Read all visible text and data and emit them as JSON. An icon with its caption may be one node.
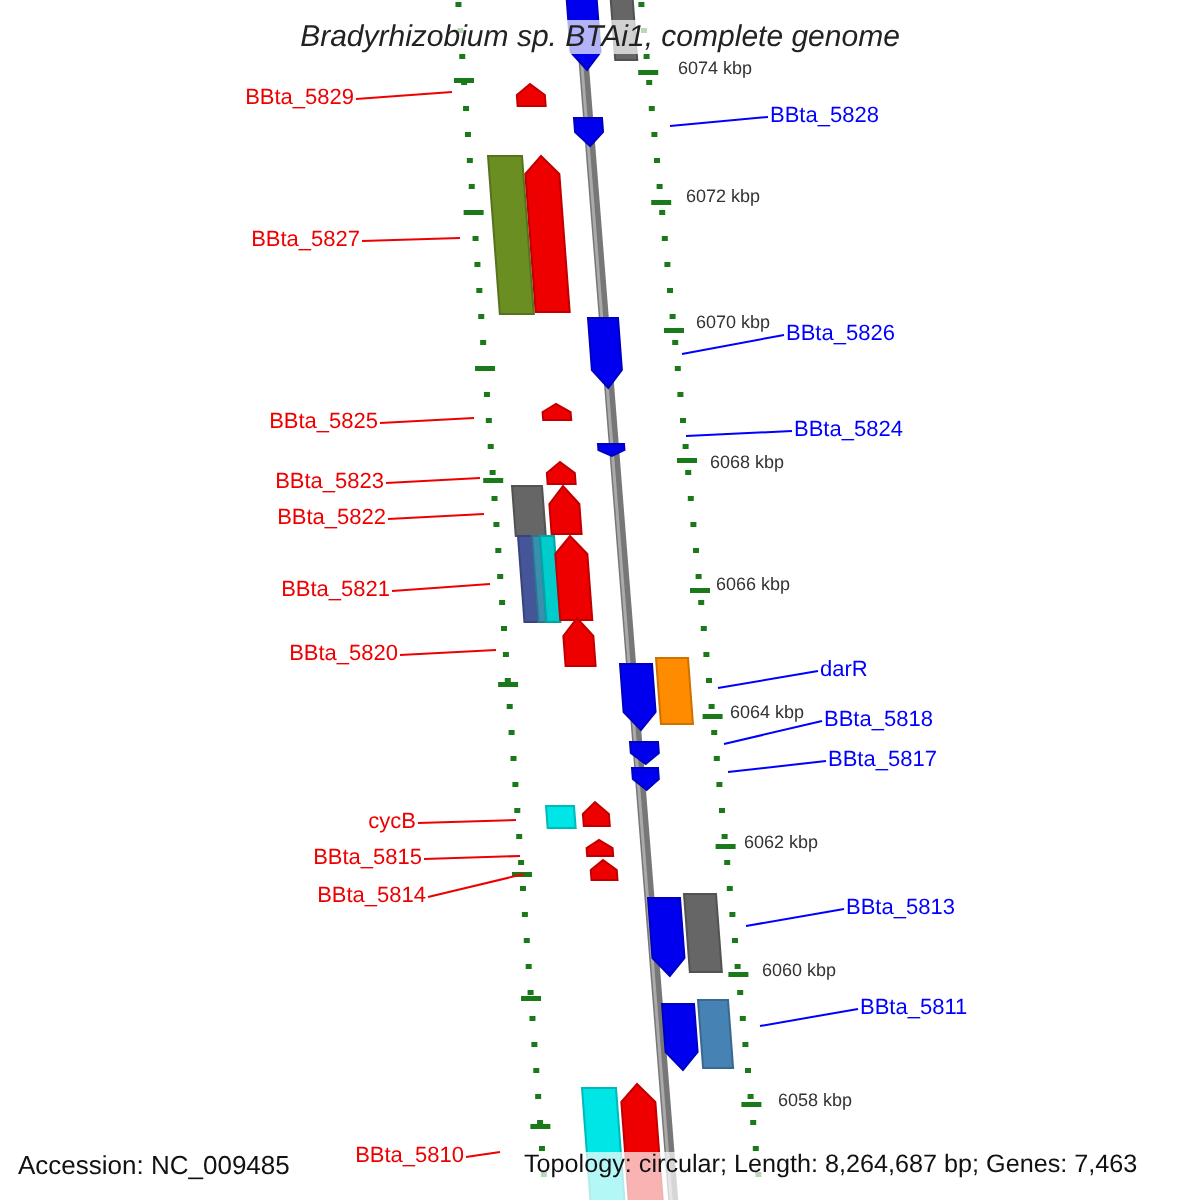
{
  "diagram": {
    "title": "Bradyrhizobium sp. BTAi1, complete genome",
    "nodes": [
      {
        "text": [
          "BBta_5829"
        ]
      },
      {
        "text": [
          "BBta_5828"
        ]
      },
      {
        "text": [
          "BBta_5827"
        ]
      },
      {
        "text": [
          "BBta_5826"
        ]
      },
      {
        "text": [
          "BBta_5825"
        ]
      },
      {
        "text": [
          "BBta_5824"
        ]
      },
      {
        "text": [
          "BBta_5823"
        ]
      },
      {
        "text": [
          "BBta_5822"
        ]
      },
      {
        "text": [
          "BBta_5821"
        ]
      },
      {
        "text": [
          "BBta_5820"
        ]
      },
      {
        "text": [
          "darR"
        ]
      },
      {
        "text": [
          "BBta_5818"
        ]
      },
      {
        "text": [
          "BBta_5817"
        ]
      },
      {
        "text": [
          "cycB"
        ]
      },
      {
        "text": [
          "BBta_5815"
        ]
      },
      {
        "text": [
          "BBta_5814"
        ]
      },
      {
        "text": [
          "BBta_5813"
        ]
      },
      {
        "text": [
          "BBta_5811"
        ]
      },
      {
        "text": [
          "BBta_5810"
        ]
      }
    ],
    "edges": [
      {
        "from": 0,
        "to": null,
        "arrow": "none"
      },
      {
        "from": 1,
        "to": null,
        "arrow": "none",
        "color": "#0000ff"
      },
      {
        "from": 2,
        "to": null,
        "arrow": "none"
      },
      {
        "from": 3,
        "to": null,
        "arrow": "none",
        "color": "#0000ff"
      },
      {
        "from": 4,
        "to": null,
        "arrow": "none"
      },
      {
        "from": 5,
        "to": null,
        "arrow": "none",
        "color": "#0000ff"
      },
      {
        "from": 6,
        "to": null,
        "arrow": "none"
      },
      {
        "from": 7,
        "to": null,
        "arrow": "none"
      },
      {
        "from": 8,
        "to": null,
        "arrow": "none"
      },
      {
        "from": 9,
        "to": null,
        "arrow": "none"
      },
      {
        "from": 10,
        "to": null,
        "arrow": "none",
        "color": "#0000ff"
      },
      {
        "from": 11,
        "to": null,
        "arrow": "none",
        "color": "#0000ff"
      },
      {
        "from": 12,
        "to": null,
        "arrow": "none",
        "color": "#0000ff"
      },
      {
        "from": 13,
        "to": null,
        "arrow": "none"
      },
      {
        "from": 14,
        "to": null,
        "arrow": "none"
      },
      {
        "from": 15,
        "to": null,
        "arrow": "none"
      },
      {
        "from": 16,
        "to": null,
        "arrow": "none",
        "color": "#0000ff"
      },
      {
        "from": 17,
        "to": null,
        "arrow": "none",
        "color": "#0000ff"
      },
      {
        "from": 18,
        "to": null,
        "arrow": "none"
      }
    ],
    "labels": [
      "6074 kbp",
      "6072 kbp",
      "6070 kbp",
      "6068 kbp",
      "6066 kbp",
      "6064 kbp",
      "6062 kbp",
      "6060 kbp",
      "6058 kbp",
      "Accession: NC_009485",
      "Topology: circular; Length: 8,264,687 bp; Genes: 7,463"
    ]
  }
}
